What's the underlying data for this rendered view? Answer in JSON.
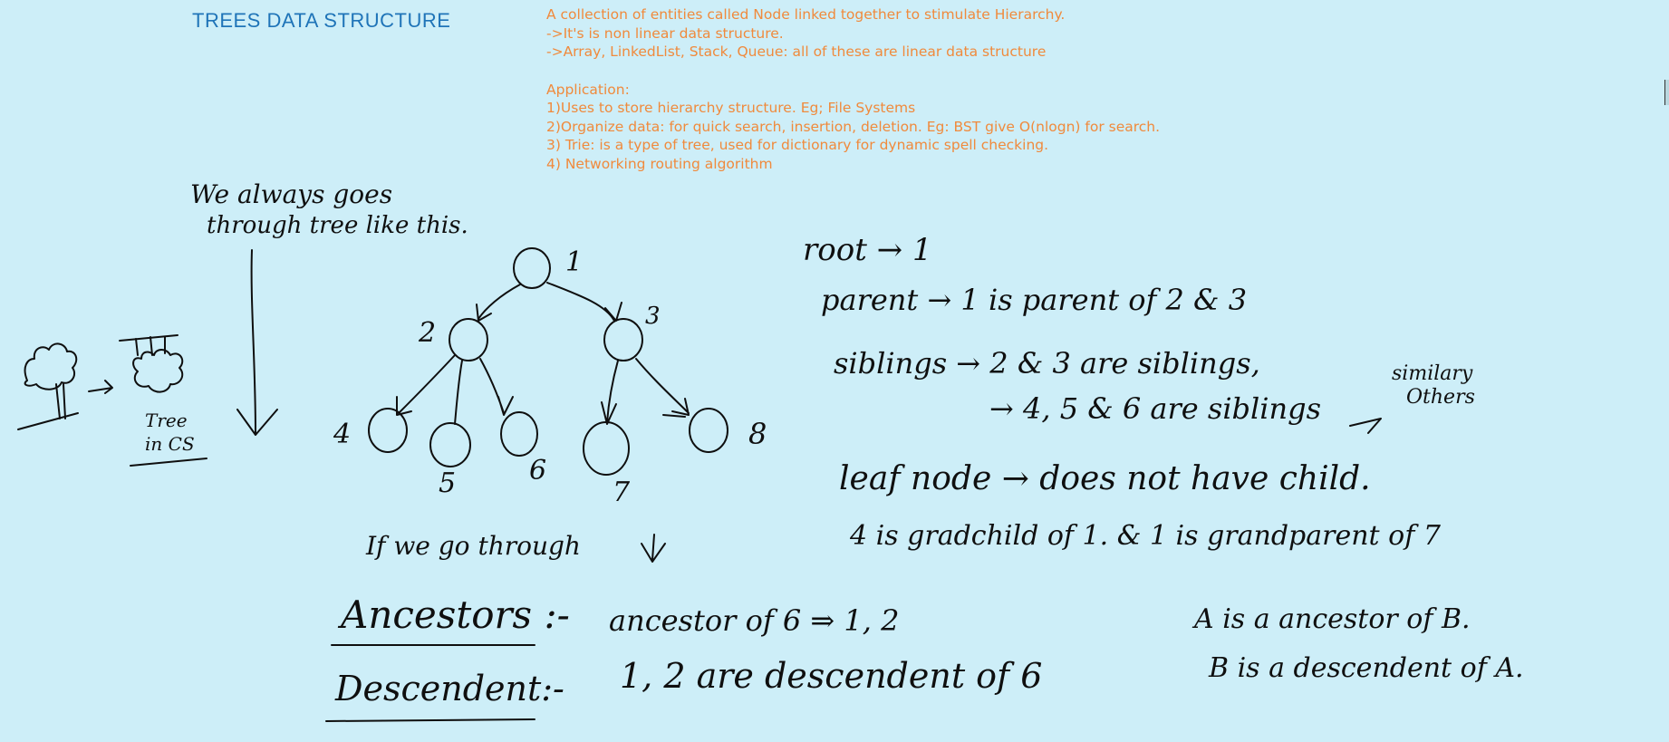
{
  "title": "TREES DATA STRUCTURE",
  "intro": [
    "A collection of entities called Node linked together to stimulate Hierarchy.",
    "->It's is non linear data structure.",
    "->Array, LinkedList, Stack, Queue: all of these are linear data structure"
  ],
  "application": {
    "heading": "Application:",
    "items": [
      "1)Uses to store hierarchy structure. Eg; File Systems",
      "2)Organize data: for quick search, insertion, deletion. Eg: BST give O(nlogn) for search.",
      "3) Trie: is a type of tree, used for dictionary for dynamic spell checking.",
      "4)  Networking routing algorithm"
    ]
  },
  "handwritten": {
    "we_always": "We always goes",
    "through_tree": "through tree like this.",
    "tree_in_cs_1": "Tree",
    "tree_in_cs_2": "in CS",
    "if_we_go": "If we go through",
    "node_labels": [
      "1",
      "2",
      "3",
      "4",
      "5",
      "6",
      "7",
      "8"
    ],
    "root": "root → 1",
    "parent": "parent → 1 is parent of 2 & 3",
    "siblings": "siblings → 2 & 3 are siblings,",
    "similarly": "similary",
    "others": "Others",
    "siblings2": "→ 4, 5 & 6 are siblings",
    "leaf": "leaf node → does not have child.",
    "grandchild": "4 is gradchild of 1. & 1 is grandparent of 7",
    "ancestors_label": "Ancestors :-",
    "ancestors_text": "ancestor of 6 ⇒ 1, 2",
    "descendent_label": "Descendent:-",
    "descendent_text": "1, 2 are descendent of 6",
    "a_is": "A is a ancestor of B.",
    "b_is": "B is a descendent of A."
  },
  "colors": {
    "background": "#cdeef8",
    "title": "#1f74b8",
    "notes": "#f08a3c",
    "ink": "#0f0f0f"
  }
}
